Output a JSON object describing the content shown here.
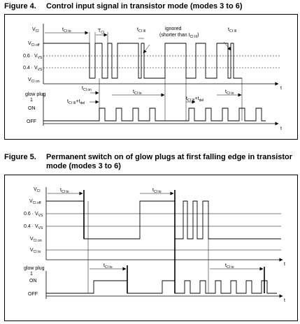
{
  "figure4": {
    "number": "Figure 4.",
    "title": "Control input signal in transistor mode (modes 3 to 6)",
    "labels": {
      "vci": "V",
      "vci_sub": "CI",
      "vcioff": "V",
      "vcioff_sub": "CI off",
      "v06": "0.6 · V",
      "v06_sub": "VS",
      "v04": "0.4 · V",
      "v04_sub": "VS",
      "vcion": "V",
      "vcion_sub": "CI on",
      "t": "t",
      "t2": "t",
      "glow_plug": "glow plug",
      "one": "1",
      "on": "ON",
      "off": "OFF",
      "tcito": "t",
      "tcito_sub": "CI to",
      "tci": "T",
      "tci_sub": "CI",
      "tciiil": "t",
      "tciiil_sub": "CI III",
      "ignored": "ignored",
      "shorter": "(shorter than t",
      "shorter_sub": "CI III",
      "shorter_end": ")",
      "tcion": "t",
      "tcion_sub": "CI on",
      "tcito2": "t",
      "tcito2_sub": "CI to",
      "tciiil2": "t",
      "tciiil2_sub": "CI III",
      "tdel1": "t",
      "tdel1_sub": "CI III",
      "tdel1_plus": "+t",
      "tdel1_sub2": "del",
      "tdel2": "t",
      "tdel2_sub": "CI III",
      "tdel2_plus": "+t",
      "tdel2_sub2": "del",
      "tcito3": "t",
      "tcito3_sub": "CI to"
    }
  },
  "figure5": {
    "number": "Figure 5.",
    "title": "Permanent switch on of glow plugs at first falling edge in transistor mode (modes 3 to 6)",
    "labels": {
      "vci": "V",
      "vci_sub": "CI",
      "vcioff": "V",
      "vcioff_sub": "CI off",
      "v06": "0.6 · V",
      "v06_sub": "VS",
      "v04": "0.4 · V",
      "v04_sub": "VS",
      "vcion": "V",
      "vcion_sub": "CI on",
      "vcito": "V",
      "vcito_sub": "CI to",
      "t": "t",
      "t2": "t",
      "glow_plug": "glow plug",
      "one": "1",
      "on": "ON",
      "off": "OFF",
      "tcito1": "t",
      "tcito1_sub": "CI to",
      "tcito2": "t",
      "tcito2_sub": "CI to",
      "tcito3": "t",
      "tcito3_sub": "CI to",
      "tcito4": "t",
      "tcito4_sub": "CI to"
    }
  }
}
